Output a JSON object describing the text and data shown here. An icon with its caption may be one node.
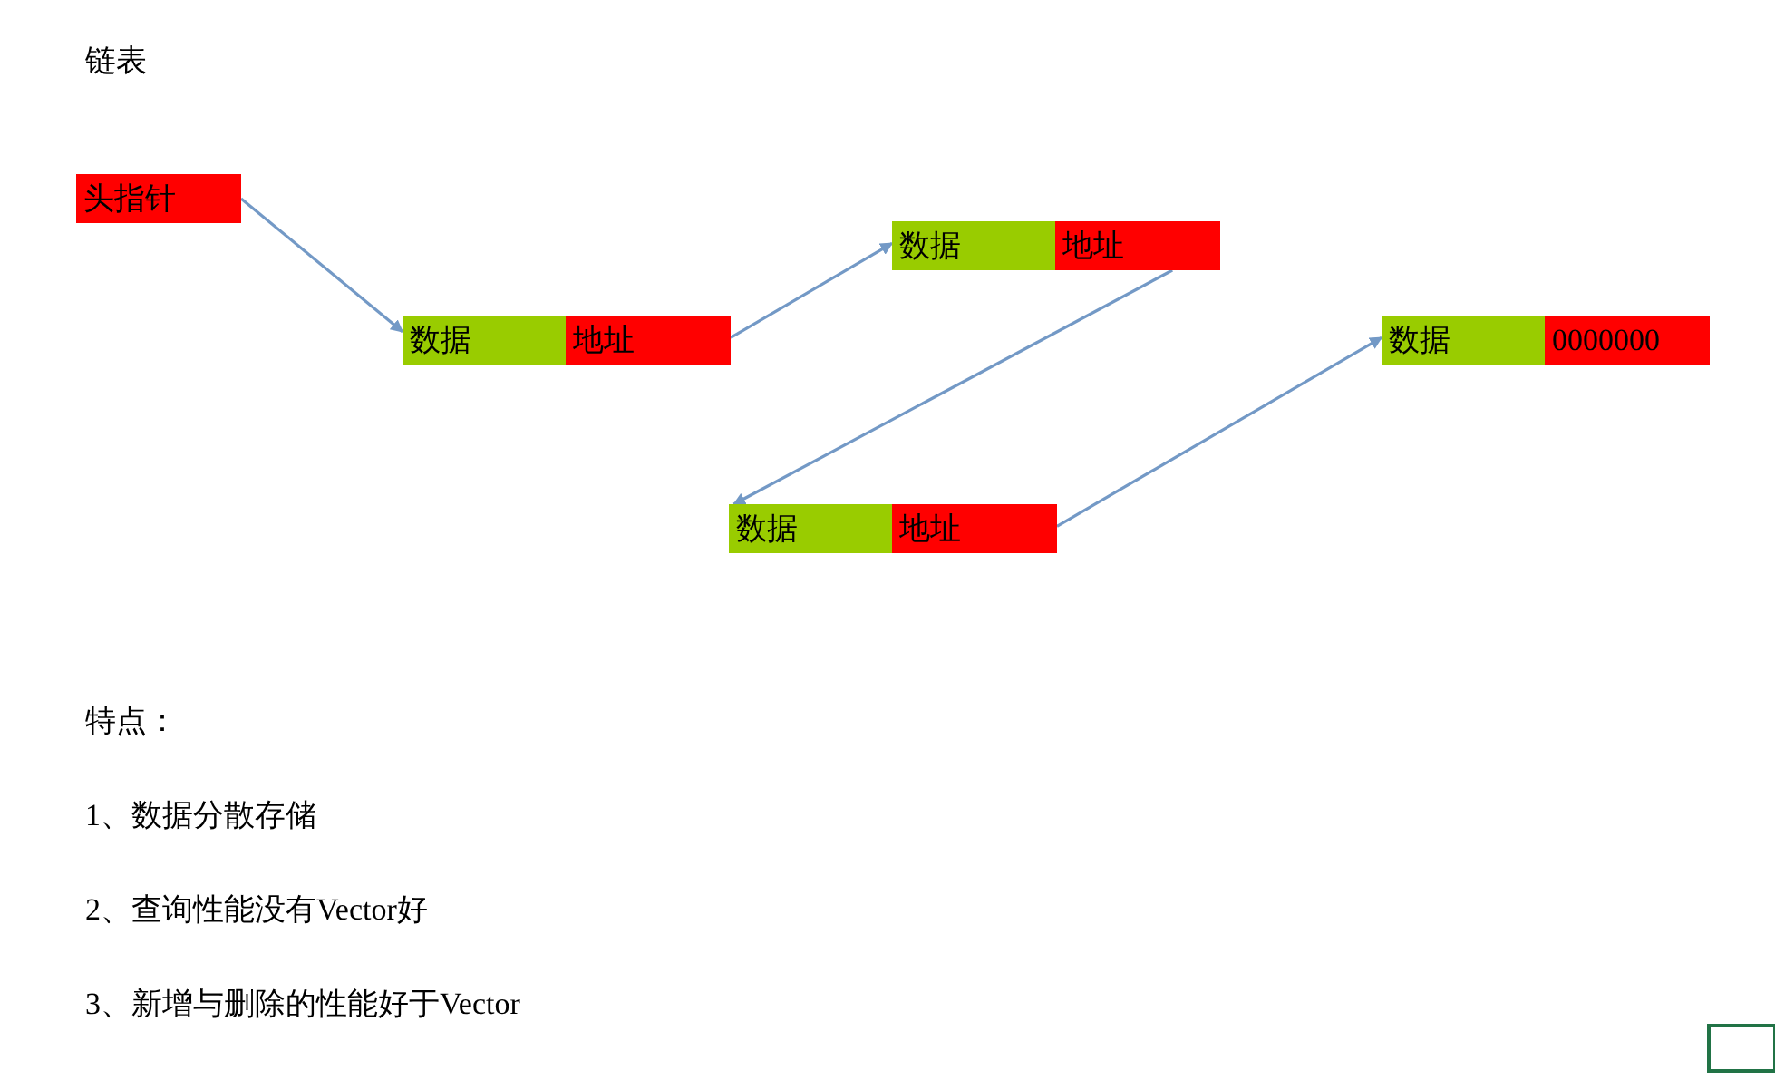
{
  "diagram": {
    "title": "链表",
    "nodes": [
      {
        "text": [
          "头指针"
        ]
      },
      {
        "text": [
          "数据"
        ]
      },
      {
        "text": [
          "地址"
        ]
      },
      {
        "text": [
          "数据"
        ]
      },
      {
        "text": [
          "地址"
        ]
      },
      {
        "text": [
          "数据"
        ]
      },
      {
        "text": [
          "地址"
        ]
      },
      {
        "text": [
          "数据"
        ]
      },
      {
        "text": [
          "0000000"
        ]
      }
    ],
    "edges": [
      {
        "from": 0,
        "to": 1,
        "arrow": "to"
      },
      {
        "from": 2,
        "to": 3,
        "arrow": "to"
      },
      {
        "from": 4,
        "to": 5,
        "arrow": "to"
      },
      {
        "from": 6,
        "to": 7,
        "arrow": "to"
      }
    ],
    "labels": [
      "特点：",
      "1、数据分散存储",
      "2、查询性能没有Vector好",
      "3、新增与删除的性能好于Vector"
    ]
  }
}
